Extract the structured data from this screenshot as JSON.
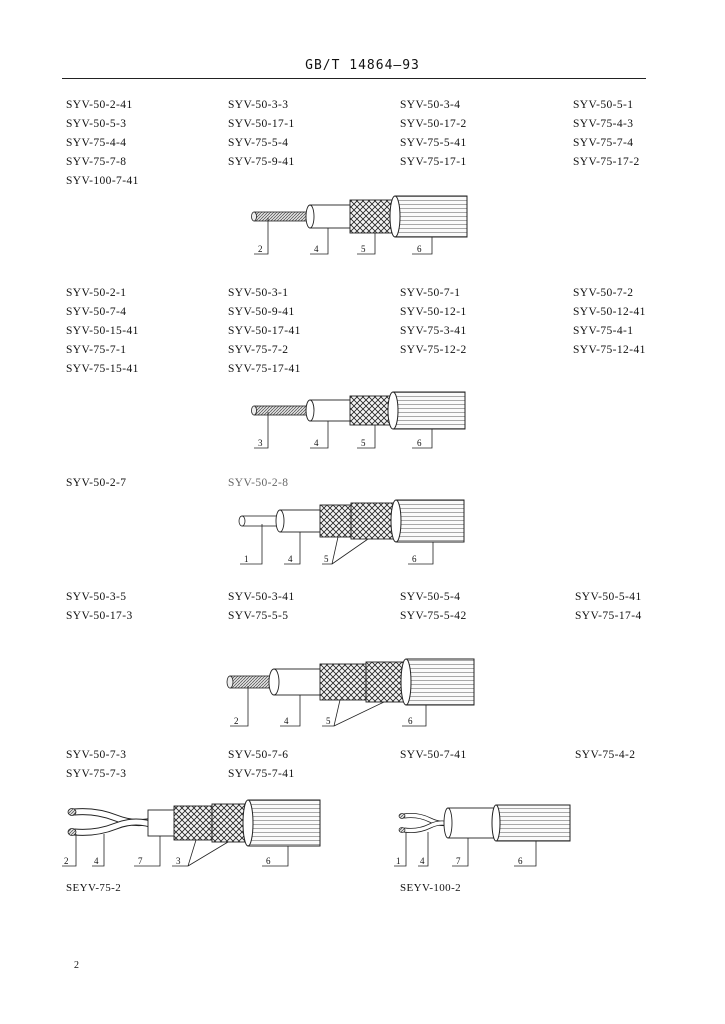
{
  "header": {
    "text": "GB/T 14864—93"
  },
  "groups": [
    {
      "columns": [
        [
          "SYV-50-2-41",
          "SYV-50-5-3",
          "SYV-75-4-4",
          "SYV-75-7-8",
          "SYV-100-7-41"
        ],
        [
          "SYV-50-3-3",
          "SYV-50-17-1",
          "SYV-75-5-4",
          "SYV-75-9-41"
        ],
        [
          "SYV-50-3-4",
          "SYV-50-17-2",
          "SYV-75-5-41",
          "SYV-75-17-1"
        ],
        [
          "SYV-50-5-1",
          "SYV-75-4-3",
          "SYV-75-7-4",
          "SYV-75-17-2"
        ]
      ],
      "callouts": [
        "2",
        "4",
        "5",
        "6"
      ]
    },
    {
      "columns": [
        [
          "SYV-50-2-1",
          "SYV-50-7-4",
          "SYV-50-15-41",
          "SYV-75-7-1",
          "SYV-75-15-41"
        ],
        [
          "SYV-50-3-1",
          "SYV-50-9-41",
          "SYV-50-17-41",
          "SYV-75-7-2",
          "SYV-75-17-41"
        ],
        [
          "SYV-50-7-1",
          "SYV-50-12-1",
          "SYV-75-3-41",
          "SYV-75-12-2"
        ],
        [
          "SYV-50-7-2",
          "SYV-50-12-41",
          "SYV-75-4-1",
          "SYV-75-12-41"
        ]
      ],
      "callouts": [
        "3",
        "4",
        "5",
        "6"
      ]
    },
    {
      "columns": [
        [
          "SYV-50-2-7"
        ],
        [
          "SYV-50-2-8"
        ],
        [],
        []
      ],
      "callouts": [
        "1",
        "4",
        "5",
        "6"
      ]
    },
    {
      "columns": [
        [
          "SYV-50-3-5",
          "SYV-50-17-3"
        ],
        [
          "SYV-50-3-41",
          "SYV-75-5-5"
        ],
        [
          "SYV-50-5-4",
          "SYV-75-5-42"
        ],
        [
          "SYV-50-5-41",
          "SYV-75-17-4"
        ]
      ],
      "callouts": [
        "2",
        "4",
        "5",
        "6"
      ]
    },
    {
      "columns": [
        [
          "SYV-50-7-3",
          "SYV-75-7-3"
        ],
        [
          "SYV-50-7-6",
          "SYV-75-7-41"
        ],
        [
          "SYV-50-7-41"
        ],
        [
          "SYV-75-4-2"
        ]
      ],
      "callouts": []
    }
  ],
  "twin_figures": [
    {
      "caption": "SEYV-75-2",
      "callouts": [
        "2",
        "4",
        "7",
        "3",
        "6"
      ]
    },
    {
      "caption": "SEYV-100-2",
      "callouts": [
        "1",
        "4",
        "7",
        "6"
      ]
    }
  ],
  "page_number": "2"
}
